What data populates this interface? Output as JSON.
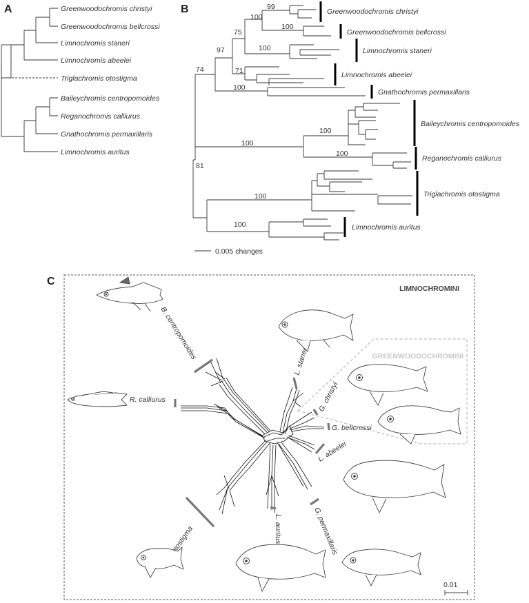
{
  "panels": {
    "a": "A",
    "b": "B",
    "c": "C"
  },
  "panel_a": {
    "taxa": [
      "Greenwoodochromis christyi",
      "Greenwoodochromis bellcrossi",
      "Limnochromis staneri",
      "Limnochromis abeelei",
      "Triglachromis otostigma",
      "Baileychromis centropomoides",
      "Reganochromis calliurus",
      "Gnathochromis permaxillaris",
      "Limnochromis auritus"
    ]
  },
  "panel_b": {
    "taxa": [
      "Greenwoodochromis christyi",
      "Greenwoodochromis bellcrossi",
      "Limnochromis staneri",
      "Limnochromis abeelei",
      "Gnathochromis permaxillaris",
      "Baileychromis centropomoides",
      "Reganochromis calliurus",
      "Triglachromis otostigma",
      "Limnochromis auritus"
    ],
    "support": {
      "b99": "99",
      "b100_chr": "100",
      "b75": "75",
      "b100_bel": "100",
      "b100_sta": "100",
      "b97": "97",
      "b71": "71",
      "b74": "74",
      "b100_gna": "100",
      "b100_bai": "100",
      "b100_bgr": "100",
      "b100_reg": "100",
      "b81": "81",
      "b100_tri": "100",
      "b100_aur": "100"
    },
    "scale_label": "0.005 changes"
  },
  "panel_c": {
    "group_title": "LIMNOCHROMINI",
    "subgroup_title": "GREENWOODOCHROMINI",
    "taxa": {
      "bcen": "B. centropomoides",
      "rcal": "R. calliurus",
      "lsta": "L. staneri",
      "gchr": "G. christyi",
      "gbel": "G. bellcrossi",
      "labe": "L. abeelei",
      "gper": "G. permaxillaris",
      "laur": "L. auritus",
      "toto": "T. otostigma"
    },
    "scale_label": "0.01"
  }
}
